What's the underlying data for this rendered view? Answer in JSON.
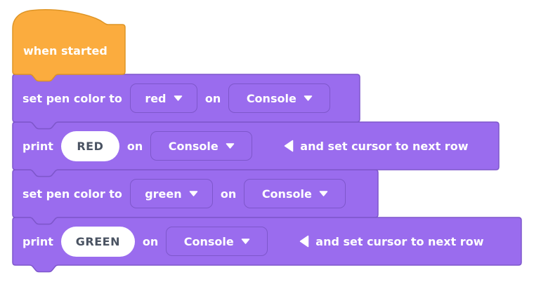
{
  "colors": {
    "background": "#ffffff",
    "hat_fill": "#FBAC3E",
    "hat_stroke": "#DE9526",
    "block_fill": "#9A6CEE",
    "block_stroke": "#7E57CB",
    "label_text": "#ffffff",
    "input_fill": "#ffffff",
    "input_text": "#4A5362"
  },
  "icons": {
    "dropdown_arrow_icon": "filled triangle pointing down (▼)",
    "collapse_arrow_icon": "filled triangle pointing left (◀)"
  },
  "hat_block": {
    "label": "when started"
  },
  "block1": {
    "label_set": "set pen color to",
    "color_value": "red",
    "label_on": "on",
    "console_value": "Console"
  },
  "block2": {
    "label_print": "print",
    "input_value": "RED",
    "label_on": "on",
    "console_value": "Console",
    "expander_label": "and set cursor to next row"
  },
  "block3": {
    "label_set": "set pen color to",
    "color_value": "green",
    "label_on": "on",
    "console_value": "Console"
  },
  "block4": {
    "label_print": "print",
    "input_value": "GREEN",
    "label_on": "on",
    "console_value": "Console",
    "expander_label": "and set cursor to next row"
  }
}
